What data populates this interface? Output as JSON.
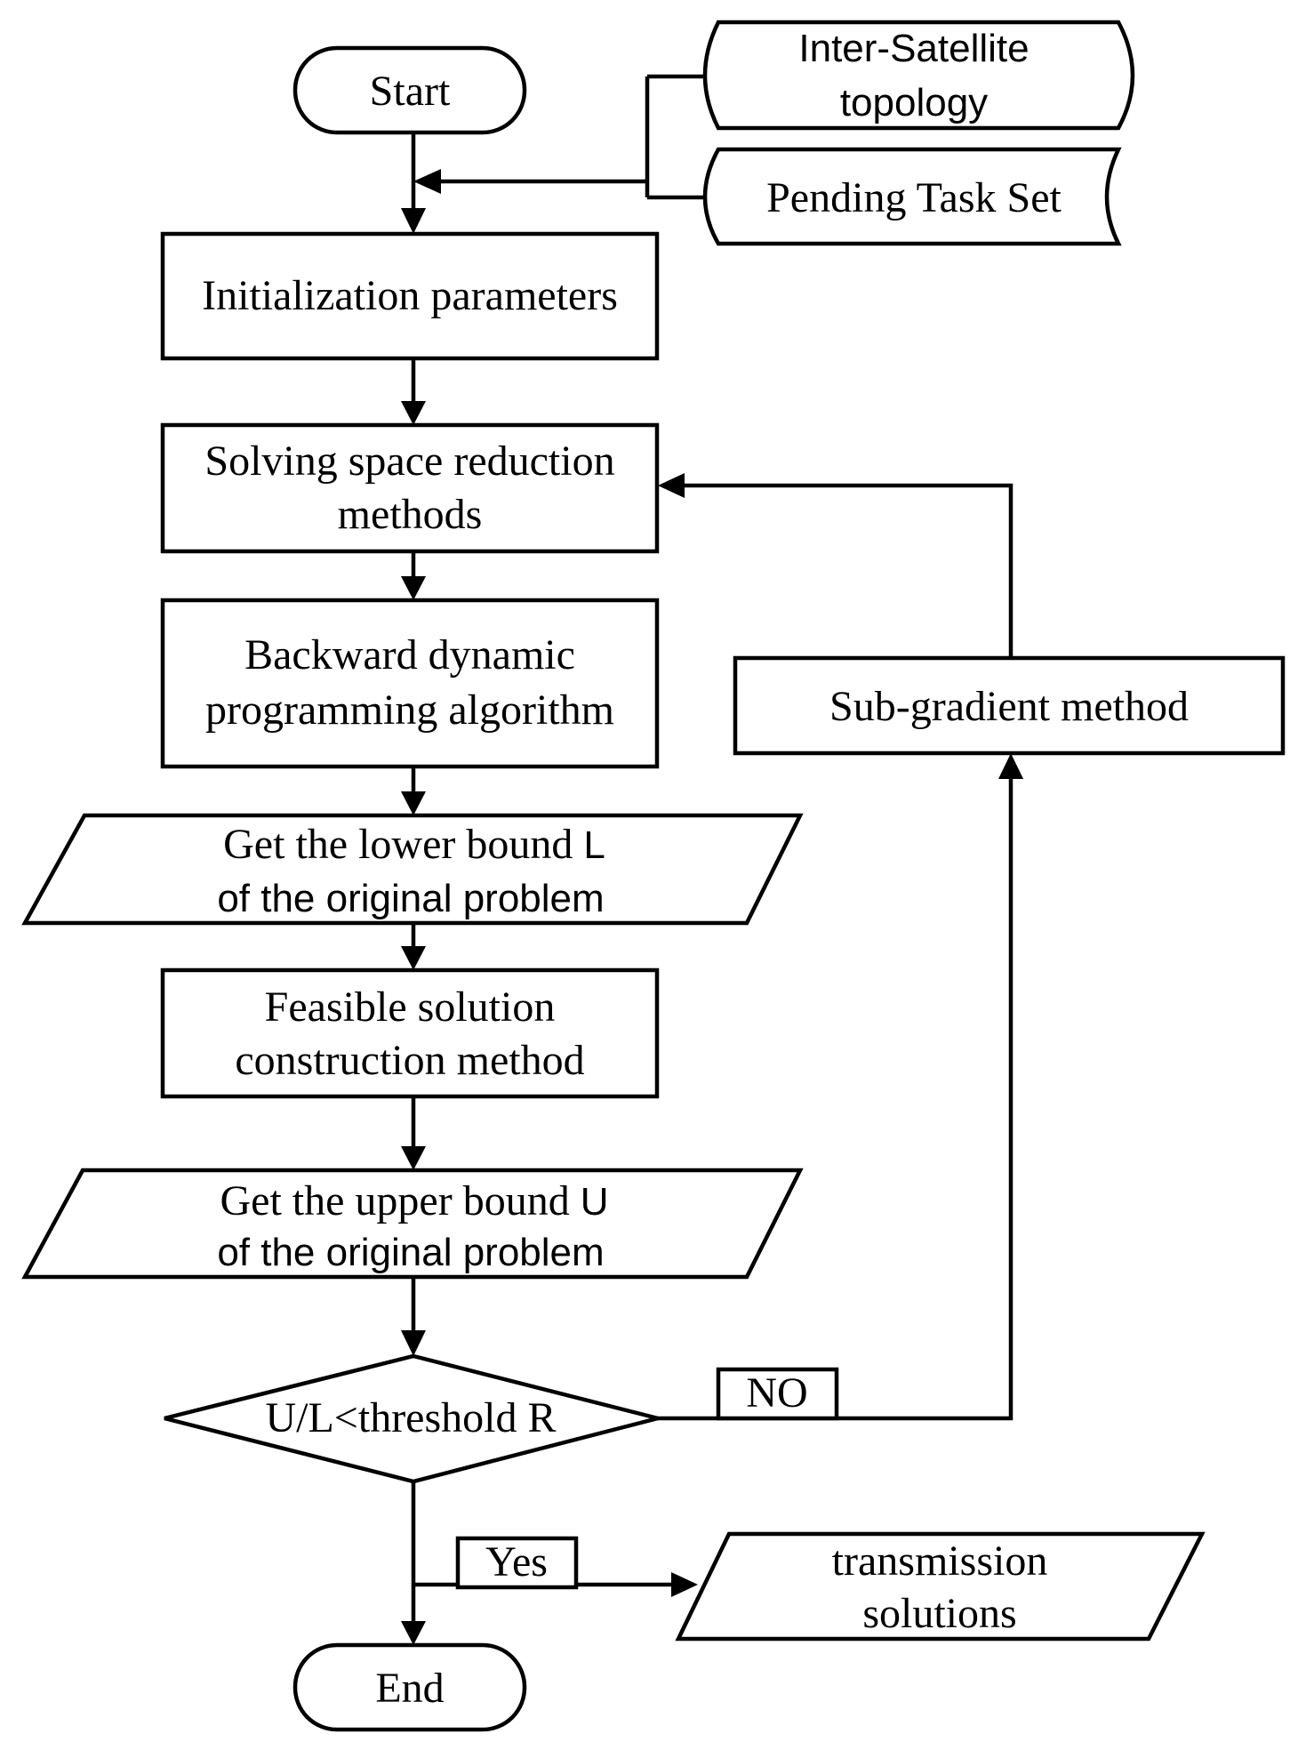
{
  "nodes": {
    "start": "Start",
    "end": "End",
    "topology": [
      "Inter-Satellite",
      "topology"
    ],
    "task_set": "Pending Task Set",
    "init": "Initialization parameters",
    "reduction": [
      "Solving space reduction",
      "methods"
    ],
    "backward": [
      "Backward dynamic",
      "programming algorithm"
    ],
    "lower_bound": {
      "line1": "Get the lower bound ",
      "symbol": "L",
      "line2": "of the original problem"
    },
    "feasible": [
      "Feasible solution",
      "construction method"
    ],
    "upper_bound": {
      "line1": "Get the upper bound ",
      "symbol": "U",
      "line2": "of the original problem"
    },
    "decision": "U/L<threshold R",
    "subgradient": "Sub-gradient method",
    "output": [
      "transmission",
      "solutions"
    ]
  },
  "edge_labels": {
    "no": "NO",
    "yes": "Yes"
  }
}
